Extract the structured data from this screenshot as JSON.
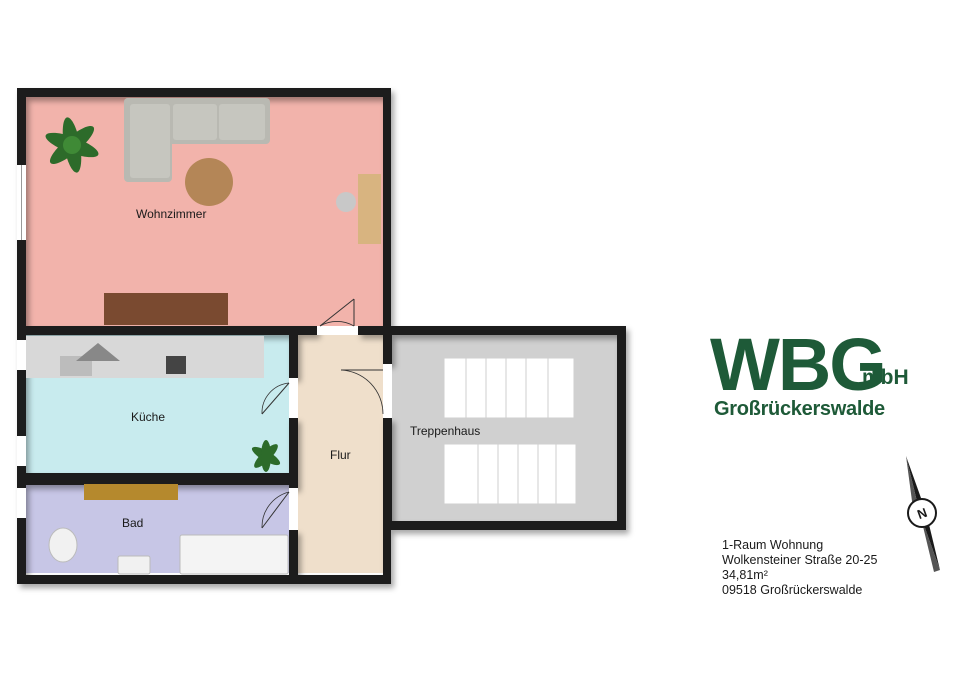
{
  "rooms": {
    "wohnzimmer": "Wohnzimmer",
    "kueche": "Küche",
    "bad": "Bad",
    "flur": "Flur",
    "treppenhaus": "Treppenhaus"
  },
  "logo": {
    "main": "WBG",
    "suffix": "mbH",
    "subtitle": "Großrückerswalde"
  },
  "info": {
    "line1": "1-Raum Wohnung",
    "line2": "Wolkensteiner Straße 20-25",
    "line3": "34,81m²",
    "line4": "09518 Großrückerswalde"
  },
  "compass": {
    "north": "N"
  },
  "colors": {
    "wohnzimmer": "#f2b3ab",
    "kueche": "#c8ebee",
    "bad": "#c7c6e6",
    "flur": "#efdfcb",
    "treppenhaus": "#d0d0d0",
    "wall": "#1a1a1a",
    "brand": "#1e5a38"
  }
}
